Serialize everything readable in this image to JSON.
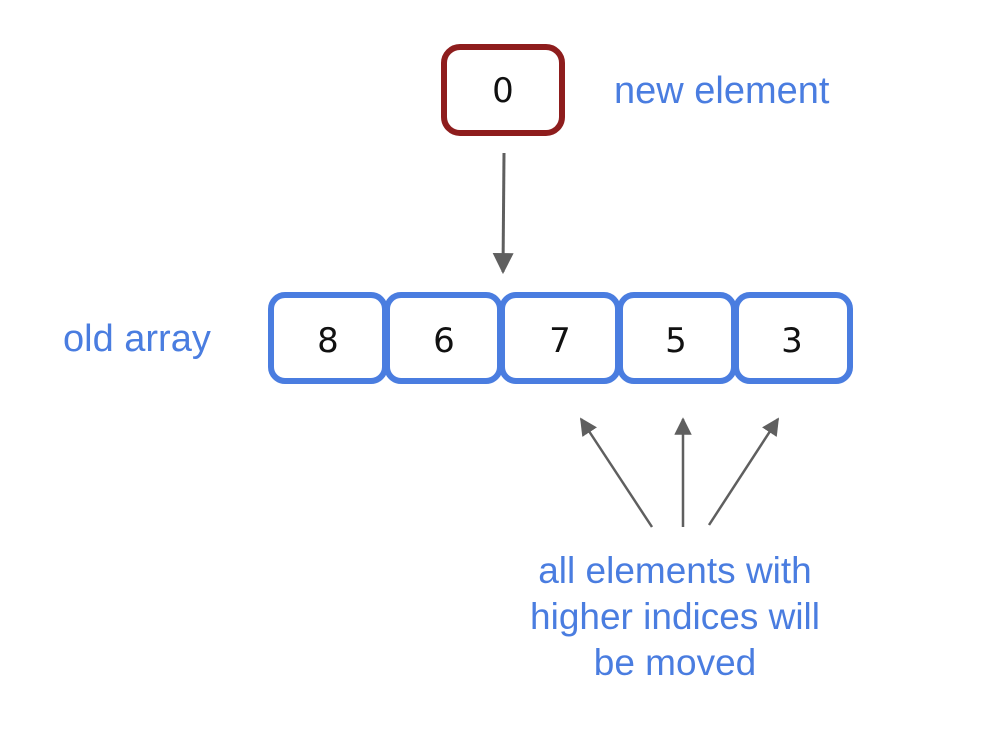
{
  "new_element": {
    "value": "0",
    "label": "new element"
  },
  "old_array": {
    "label": "old array",
    "values": [
      "8",
      "6",
      "7",
      "5",
      "3"
    ]
  },
  "note": [
    "all elements with",
    "higher indices will",
    "be moved"
  ],
  "colors": {
    "blue": "#4a7de0",
    "dark_red": "#8e1d1d",
    "arrow": "#5f5f5f",
    "text": "#111111"
  }
}
